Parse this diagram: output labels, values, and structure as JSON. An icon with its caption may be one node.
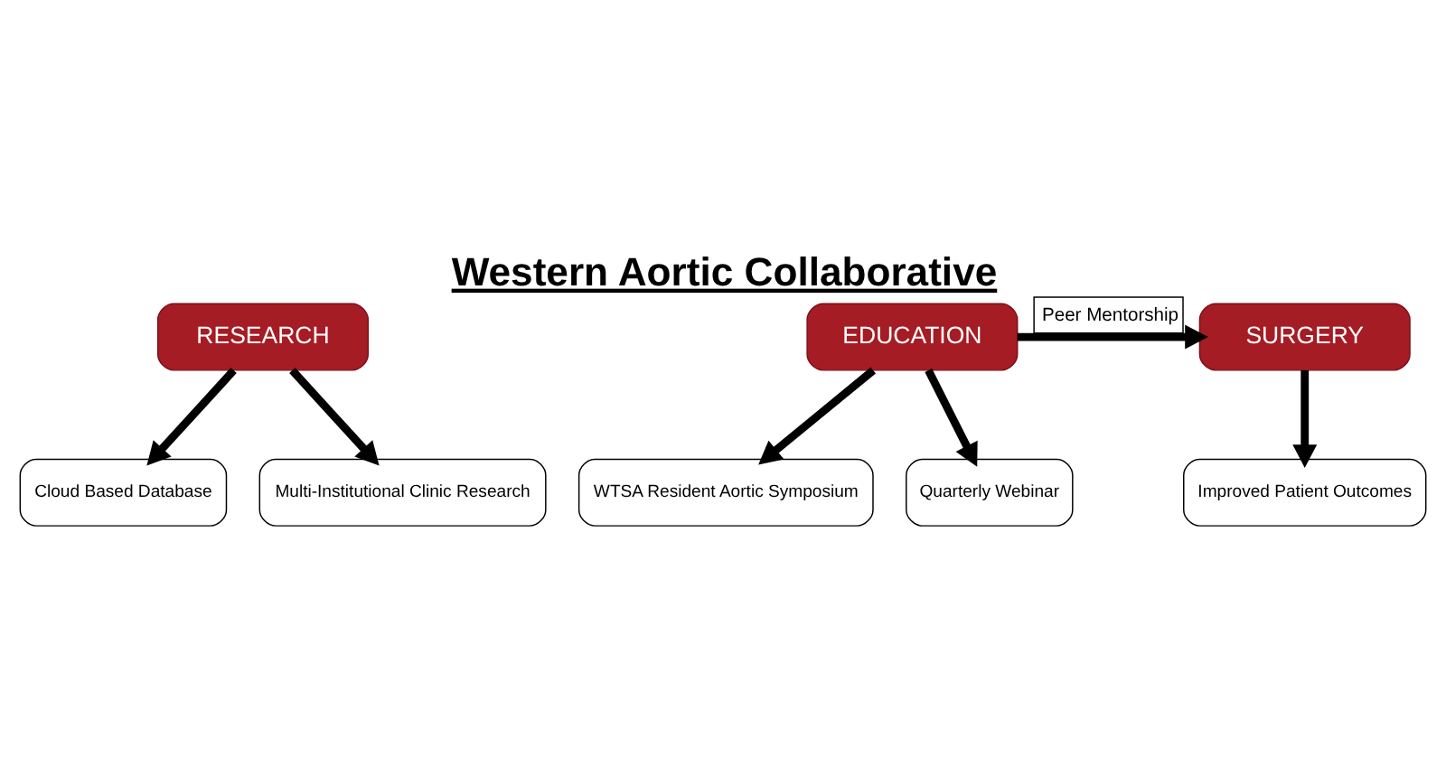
{
  "diagram": {
    "title": "Western Aortic Collaborative",
    "nodes": [
      {
        "text": [
          "RESEARCH"
        ]
      },
      {
        "text": [
          "EDUCATION"
        ]
      },
      {
        "text": [
          "SURGERY"
        ]
      },
      {
        "text": [
          "Cloud Based Database"
        ]
      },
      {
        "text": [
          "Multi-Institutional Clinic Research"
        ]
      },
      {
        "text": [
          "WTSA Resident Aortic Symposium"
        ]
      },
      {
        "text": [
          "Quarterly Webinar"
        ]
      },
      {
        "text": [
          "Improved Patient Outcomes"
        ]
      }
    ],
    "edges": [
      {
        "from": 0,
        "to": 3,
        "arrow": "to"
      },
      {
        "from": 0,
        "to": 4,
        "arrow": "to"
      },
      {
        "from": 1,
        "to": 5,
        "arrow": "to"
      },
      {
        "from": 1,
        "to": 6,
        "arrow": "to"
      },
      {
        "from": 1,
        "to": 2,
        "arrow": "to",
        "label": "Peer Mentorship"
      },
      {
        "from": 2,
        "to": 7,
        "arrow": "to"
      }
    ]
  }
}
